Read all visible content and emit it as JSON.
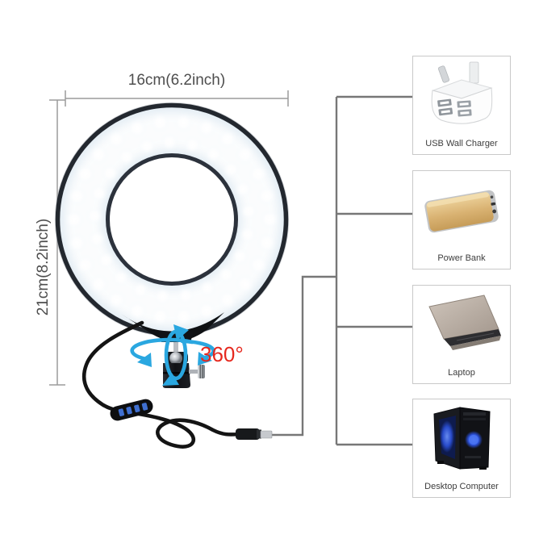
{
  "annotations": {
    "width_label": "16cm(6.2inch)",
    "height_label": "21cm(8.2inch)",
    "rotation_label": "360°"
  },
  "colors": {
    "rotation_red": "#e6281e",
    "arrow_blue": "#2aa7e0",
    "connector_gray": "#777777",
    "dimension_gray": "#9b9b9b",
    "power_bank_gold": "#d9b272",
    "led_tint": "#e0ebf3"
  },
  "illustration": {
    "parts": [
      "led-ring-light",
      "ball-head-mount",
      "rotation-arrows",
      "usb-cable",
      "inline-remote",
      "usb-plug"
    ]
  },
  "power_sources": [
    {
      "label": "USB Wall Charger",
      "icon": "usb-wall-charger-icon"
    },
    {
      "label": "Power Bank",
      "icon": "power-bank-icon"
    },
    {
      "label": "Laptop",
      "icon": "laptop-icon"
    },
    {
      "label": "Desktop Computer",
      "icon": "desktop-computer-icon"
    }
  ]
}
